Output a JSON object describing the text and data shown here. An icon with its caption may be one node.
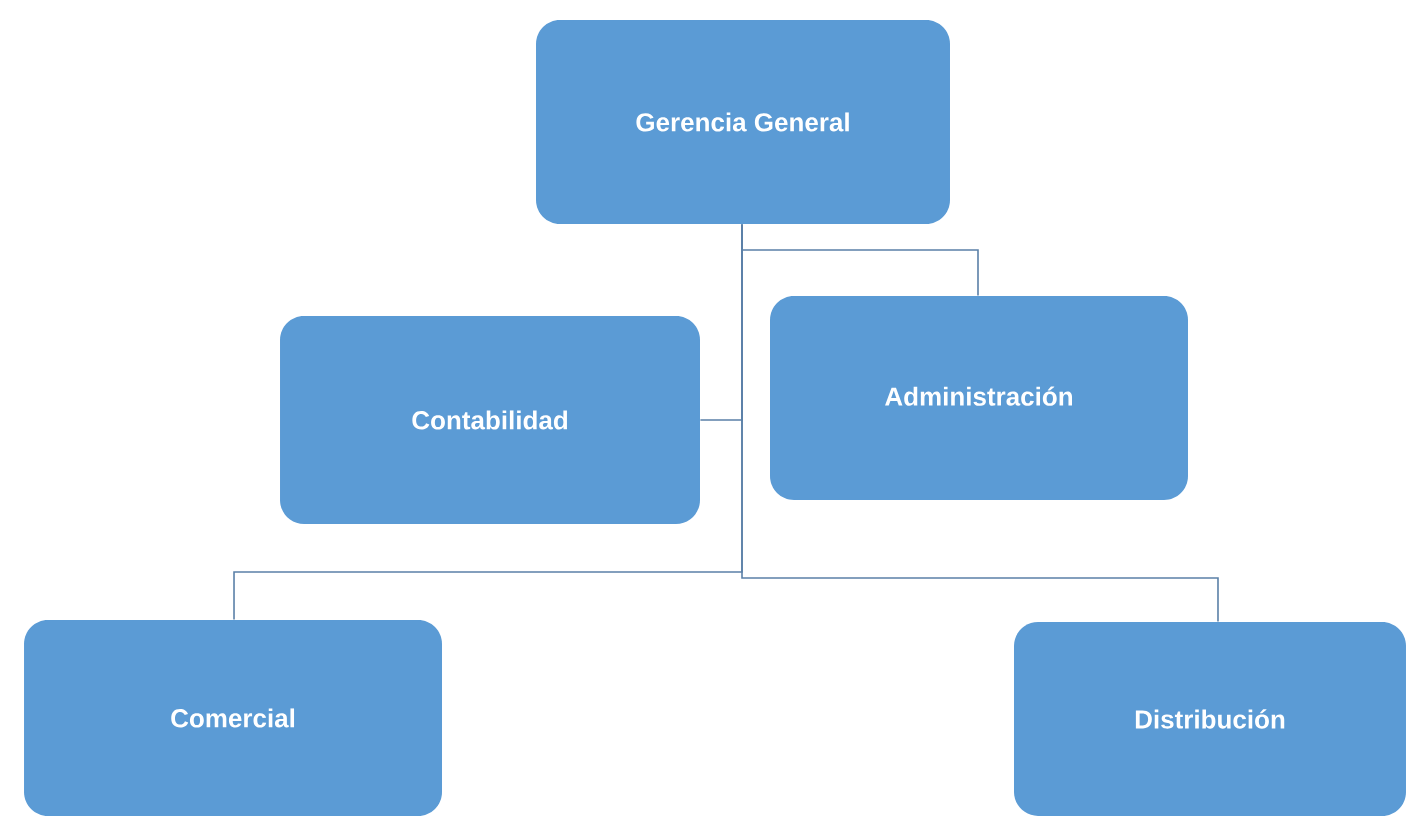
{
  "diagram": {
    "nodes": [
      {
        "text": [
          "Gerencia General"
        ]
      },
      {
        "text": [
          "Contabilidad"
        ]
      },
      {
        "text": [
          "Administración"
        ]
      },
      {
        "text": [
          "Comercial"
        ]
      },
      {
        "text": [
          "Distribución"
        ]
      }
    ],
    "edges": [
      {
        "from": 0,
        "to": 2,
        "arrow": "none"
      },
      {
        "from": 0,
        "to": 1,
        "arrow": "none"
      },
      {
        "from": 0,
        "to": 3,
        "arrow": "none"
      },
      {
        "from": 0,
        "to": 4,
        "arrow": "none"
      }
    ]
  }
}
